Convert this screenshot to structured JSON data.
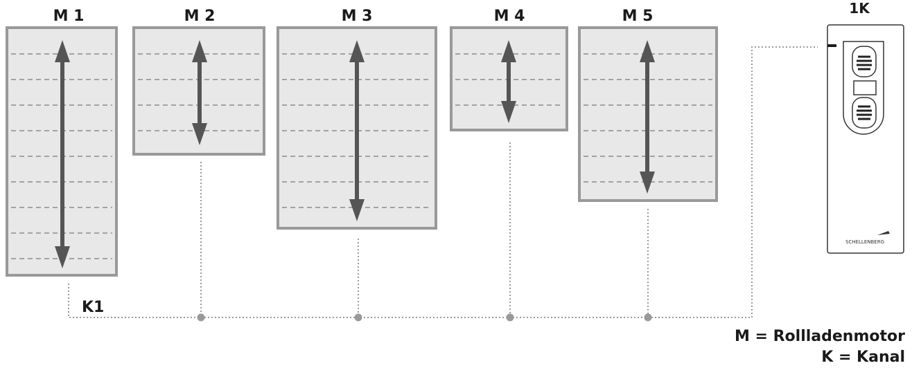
{
  "motors": [
    {
      "label": "M 1"
    },
    {
      "label": "M 2"
    },
    {
      "label": "M 3"
    },
    {
      "label": "M 4"
    },
    {
      "label": "M 5"
    }
  ],
  "channel_label": "K1",
  "remote": {
    "label": "1K",
    "brand": "SCHELLENBERG"
  },
  "legend": {
    "motor": "M = Rollladenmotor",
    "channel": "K = Kanal"
  },
  "colors": {
    "frame": "#999999",
    "fill": "#e8e8e8",
    "arrow": "#555555",
    "dash": "#8a8a8a",
    "dotted_line": "#999999",
    "node": "#999999"
  }
}
